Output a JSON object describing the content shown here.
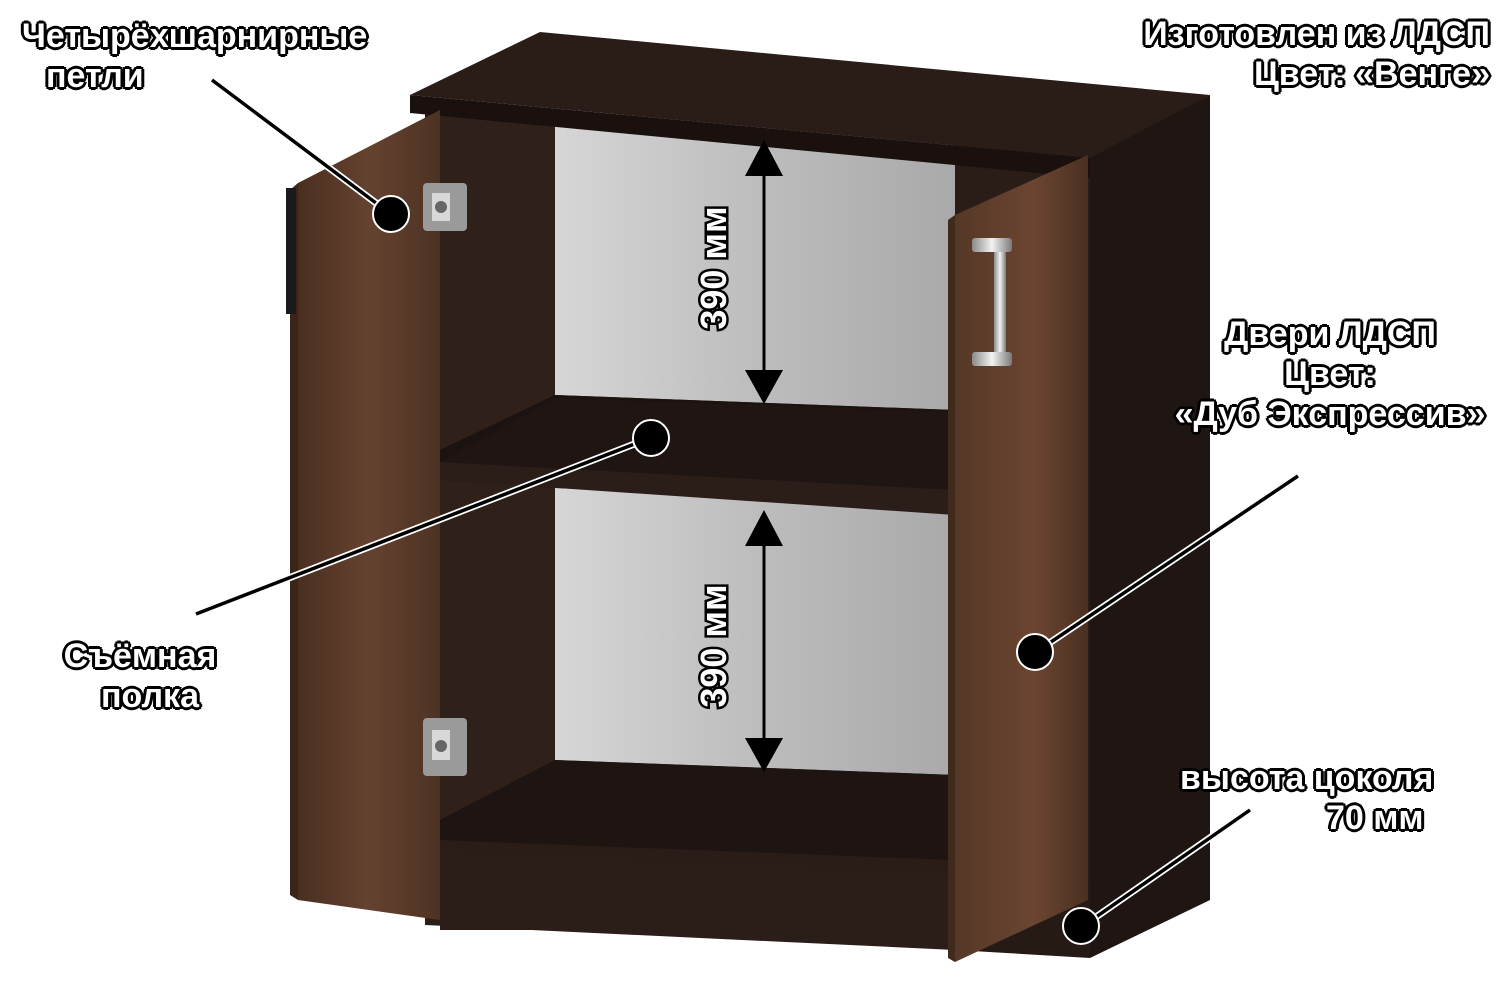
{
  "labels": {
    "hinges": [
      "Четырёхшарнирные",
      "петли"
    ],
    "material": [
      "Изготовлен из ЛДСП",
      "Цвет:  «Венге»"
    ],
    "doors": [
      "Двери ЛДСП",
      "Цвет:",
      "«Дуб Экспрессив»"
    ],
    "shelf": [
      "Съёмная",
      "полка"
    ],
    "plinth": [
      "высота цоколя",
      "70 мм"
    ]
  },
  "dimensions": {
    "upper": "390 мм",
    "lower": "390 мм"
  },
  "colors": {
    "wenge": "#2b1d18",
    "wenge_dark": "#1e1411",
    "oak": "#5a3a28",
    "back_panel": "#c4c4c4",
    "chrome": "#c8c8c8"
  }
}
